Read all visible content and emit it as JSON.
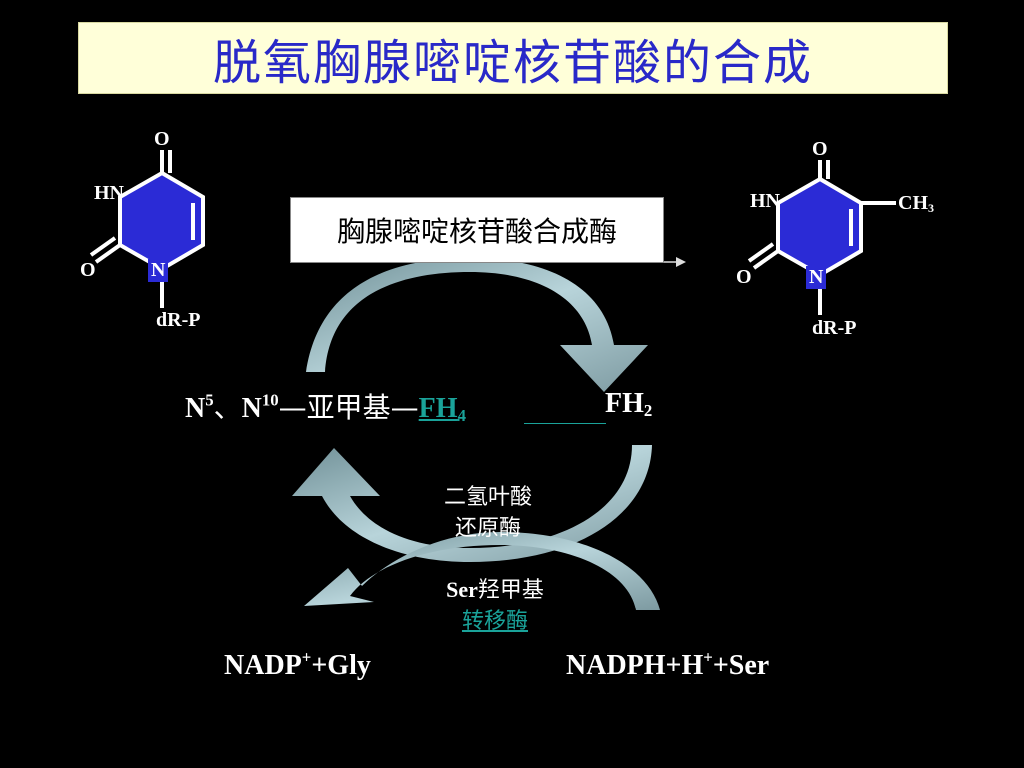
{
  "title": "脱氧胸腺嘧啶核苷酸的合成",
  "enzyme_main": "胸腺嘧啶核苷酸合成酶",
  "left_molecule": {
    "o_top": "O",
    "hn": "HN",
    "o_left": "O",
    "n": "N",
    "sugar": "dR-P"
  },
  "right_molecule": {
    "o_top": "O",
    "hn": "HN",
    "o_left": "O",
    "n": "N",
    "sugar": "dR-P",
    "methyl": "CH",
    "methyl_sub": "3"
  },
  "cofactor_left": {
    "n5": "N",
    "n5_sup": "5",
    "sep": "、",
    "n10": "N",
    "n10_sup": "10",
    "mid": "—亚甲基—",
    "fh": "FH",
    "fh_sub": "4"
  },
  "cofactor_right": {
    "fh": "FH",
    "fh_sub": "2"
  },
  "enzyme_dhfr": {
    "line1": "二氢叶酸",
    "line2": "还原酶"
  },
  "enzyme_shmt": {
    "line1_latin": "Ser",
    "line1_cjk": "羟甲基",
    "line2": "转移酶"
  },
  "bottom_left": {
    "a": "NADP",
    "sup": "+",
    "b": "+Gly"
  },
  "bottom_right": {
    "a": "NADPH+H",
    "sup": "+",
    "b": "+Ser"
  },
  "colors": {
    "ring": "#2b2bd6",
    "title_text": "#2929c8",
    "title_bg": "#ffffd9",
    "arrow": "#a6c6cc",
    "link": "#1aa39a"
  }
}
